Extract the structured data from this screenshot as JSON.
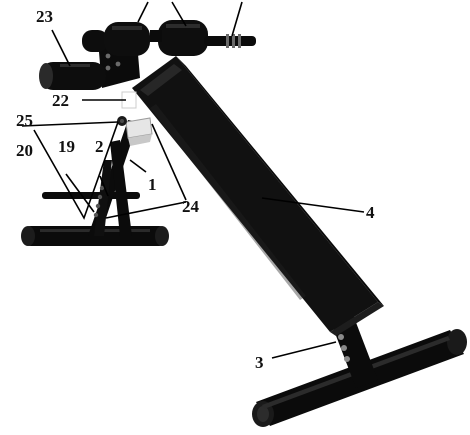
{
  "diagram": {
    "callouts": [
      {
        "id": "23",
        "label": "23"
      },
      {
        "id": "22",
        "label": "22"
      },
      {
        "id": "25",
        "label": "25"
      },
      {
        "id": "19",
        "label": "19"
      },
      {
        "id": "2",
        "label": "2"
      },
      {
        "id": "20",
        "label": "20"
      },
      {
        "id": "1",
        "label": "1"
      },
      {
        "id": "24",
        "label": "24"
      },
      {
        "id": "4",
        "label": "4"
      },
      {
        "id": "3",
        "label": "3"
      }
    ],
    "colors": {
      "frame": "#0b0b0b",
      "pad": "#111111",
      "highlight": "#3a3a3a",
      "bracket": "#e6e6e6",
      "leader": "#000000"
    }
  }
}
